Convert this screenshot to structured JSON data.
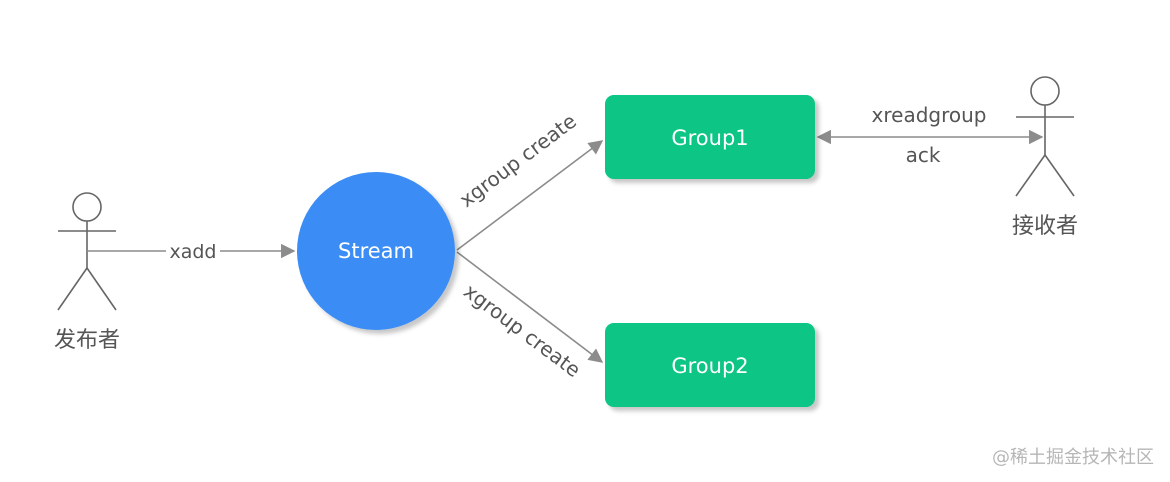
{
  "diagram": {
    "nodes": {
      "stream": {
        "label": "Stream",
        "color": "#3a8df5"
      },
      "group1": {
        "label": "Group1",
        "color": "#07c584"
      },
      "group2": {
        "label": "Group2",
        "color": "#07c584"
      }
    },
    "actors": {
      "publisher": {
        "label": "发布者"
      },
      "receiver": {
        "label": "接收者"
      }
    },
    "edges": {
      "xadd": {
        "label": "xadd"
      },
      "create_group1": {
        "label": "xgroup create"
      },
      "create_group2": {
        "label": "xgroup create"
      },
      "readgroup": {
        "label_top": "xreadgroup",
        "label_bottom": "ack"
      }
    },
    "colors": {
      "edge": "#8c8c8c",
      "actor_stroke": "#666666"
    }
  },
  "watermark": "@稀土掘金技术社区"
}
